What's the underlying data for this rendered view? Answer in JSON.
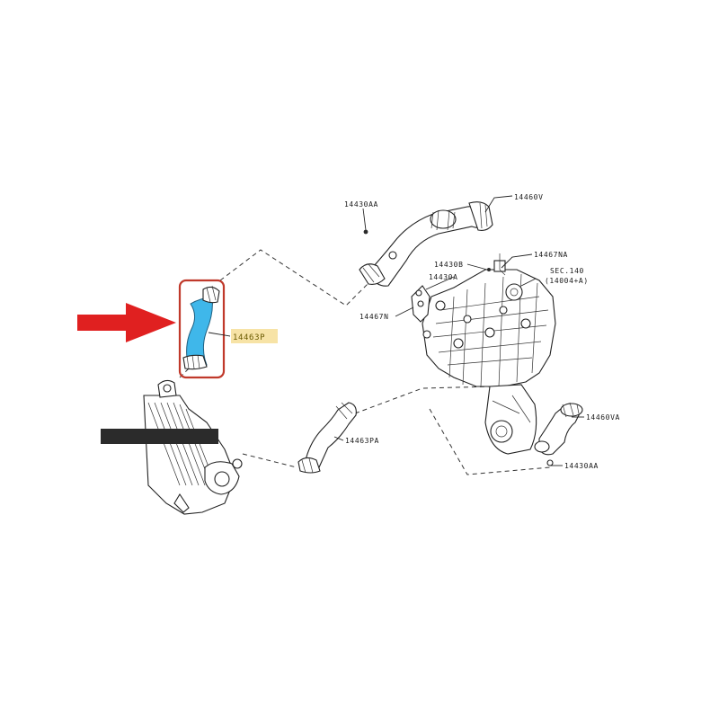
{
  "labels": {
    "p14430AA_top": "14430AA",
    "p14460V": "14460V",
    "p14467NA": "14467NA",
    "p14430B": "14430B",
    "p14430A": "14430A",
    "sec_line1": "SEC.140",
    "sec_line2": "(14004+A)",
    "p14467N": "14467N",
    "p14463P": "14463P",
    "p14463PA": "14463PA",
    "p14460VA": "14460VA",
    "p14430AA_bottom": "14430AA"
  },
  "colors": {
    "highlight_hose": "#3fb7ea",
    "highlight_box": "#c0392b",
    "arrow": "#e02020",
    "label_highlight": "#f7e3a6",
    "redaction_bar": "#2b2b2b"
  }
}
